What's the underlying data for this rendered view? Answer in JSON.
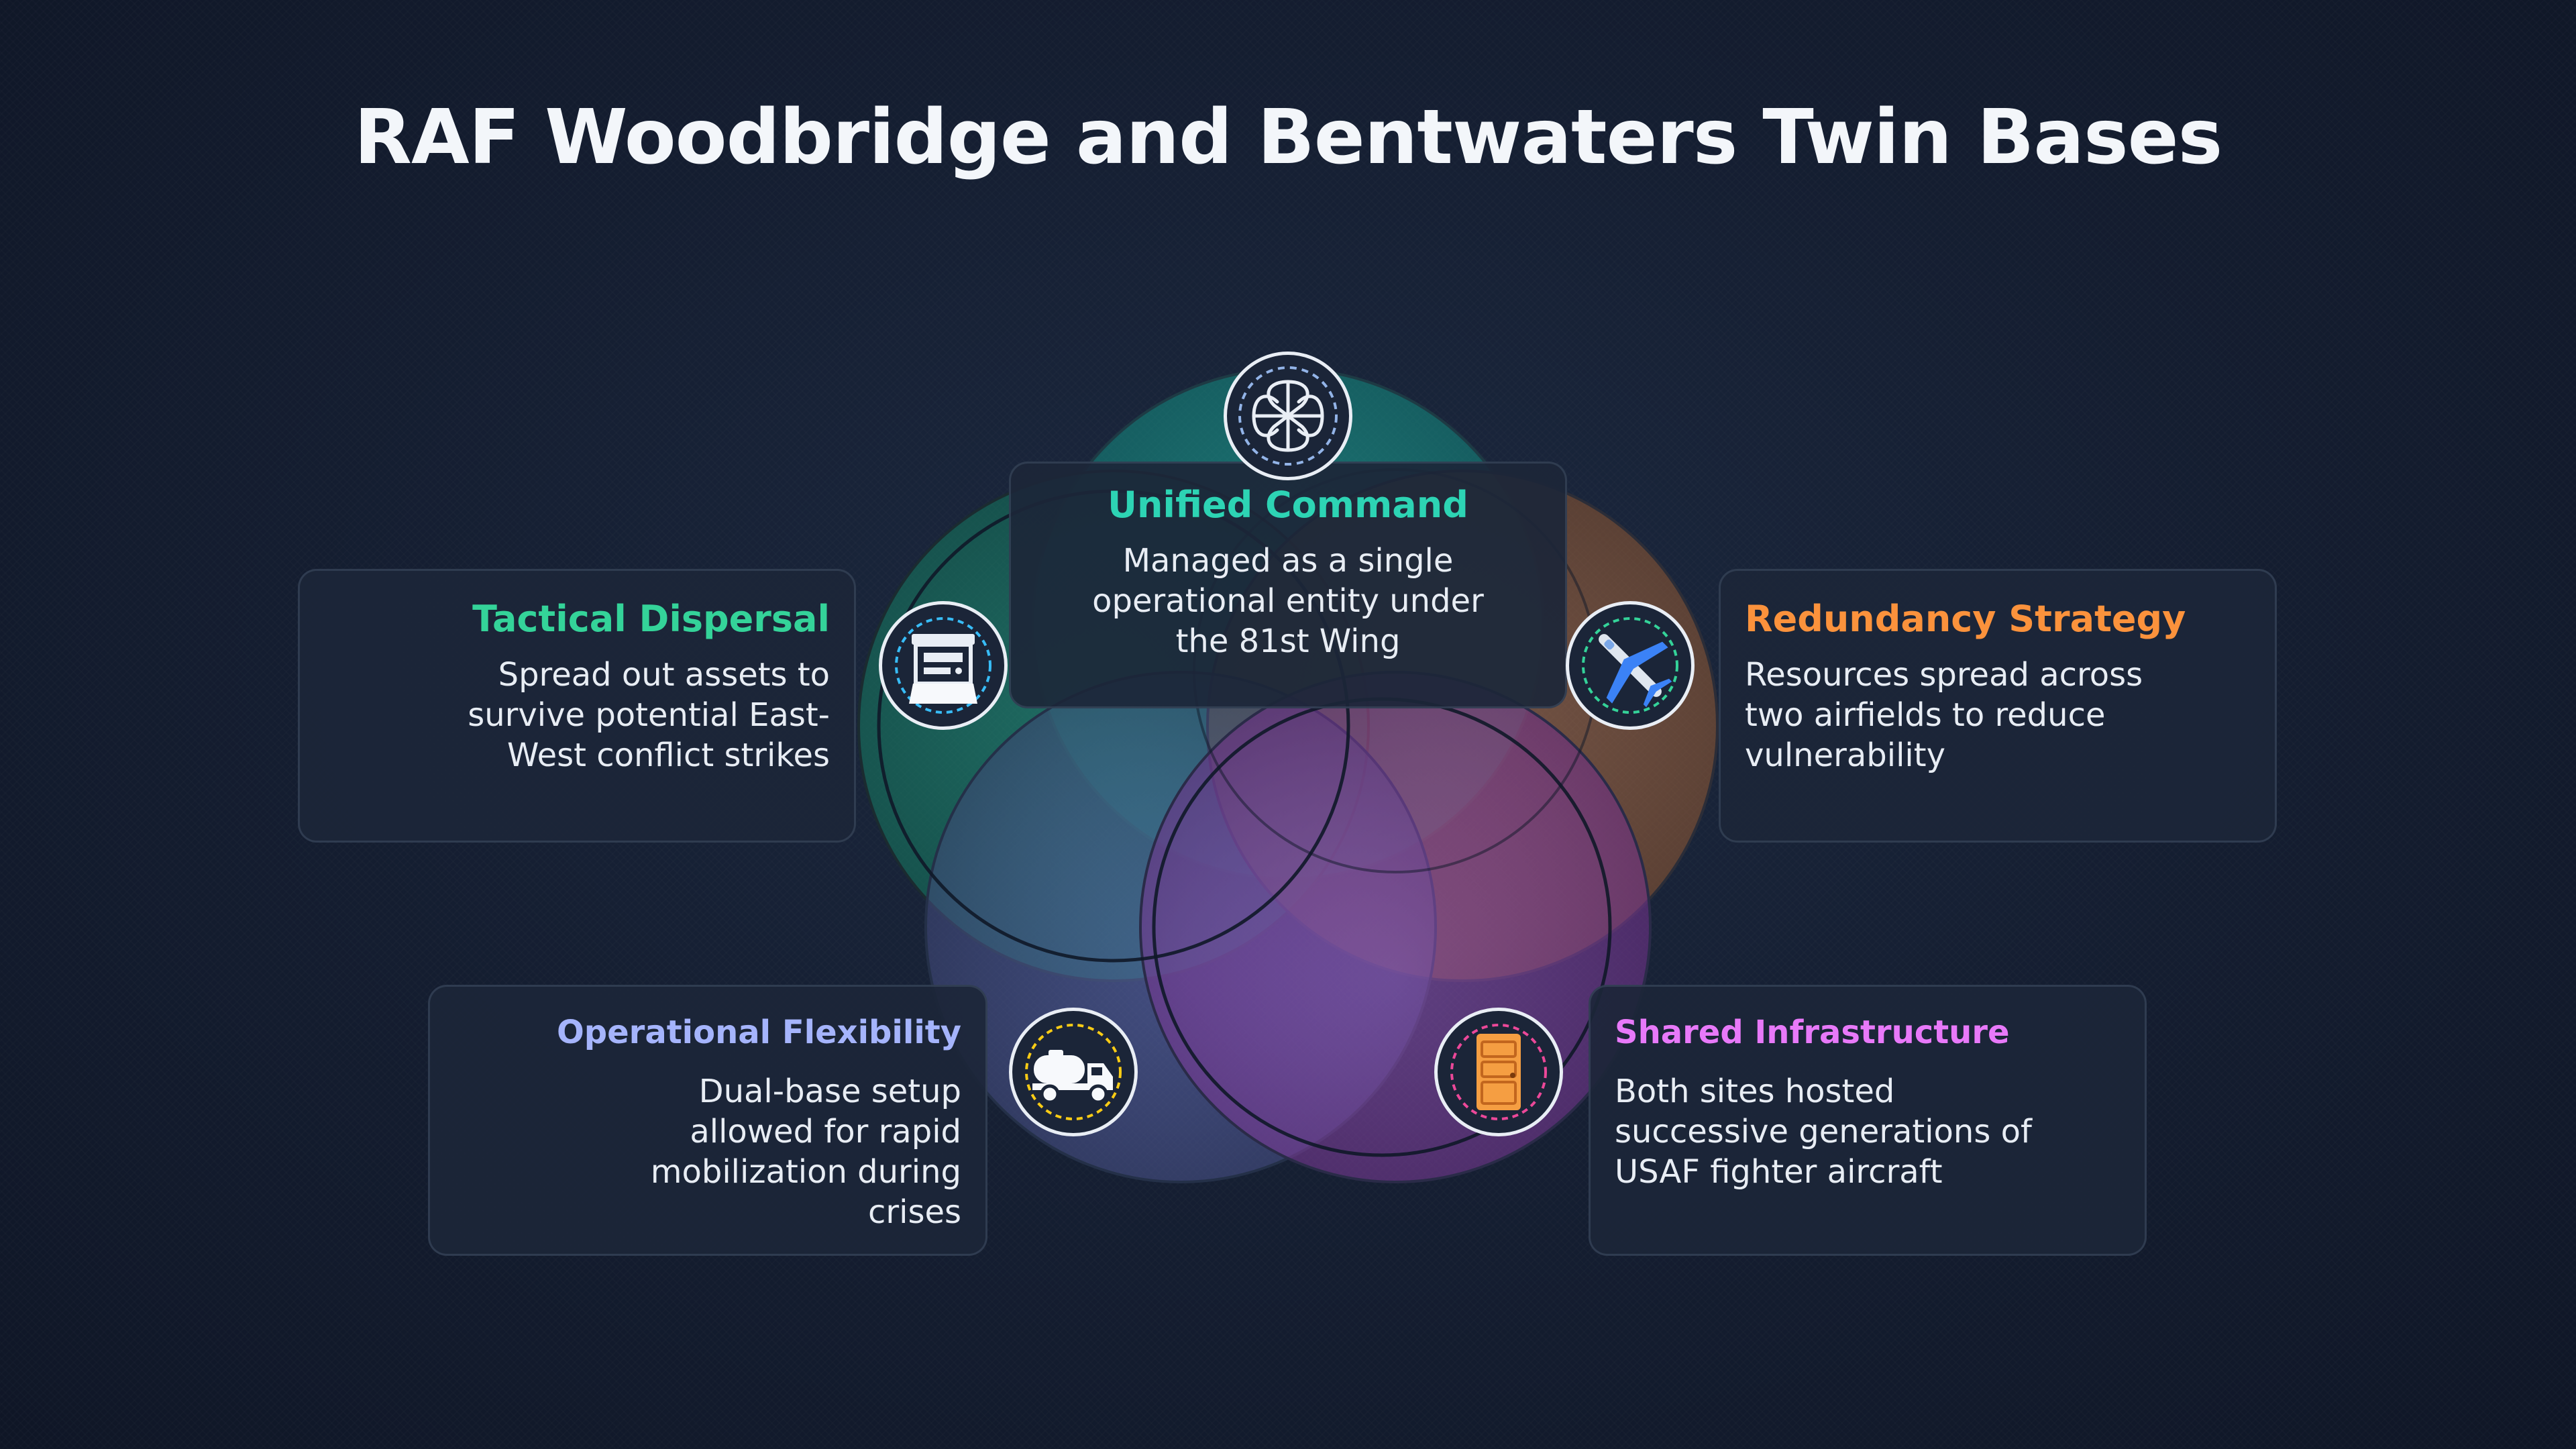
{
  "title": "RAF Woodbridge and Bentwaters Twin Bases",
  "colors": {
    "teal": "#2dd4b4",
    "green": "#34d399",
    "orange": "#fb923c",
    "lavender": "#a5b4fc",
    "pink": "#e879f9",
    "background": "#141d30"
  },
  "cards": {
    "unified": {
      "title": "Unified Command",
      "body": "Managed as a single operational entity under the 81st Wing",
      "icon": "aircraft-formation-icon"
    },
    "tactical": {
      "title": "Tactical Dispersal",
      "body": "Spread out assets to survive potential East-West conflict strikes",
      "icon": "hangar-shelter-icon"
    },
    "redundancy": {
      "title": "Redundancy Strategy",
      "body": "Resources spread across two airfields to reduce vulnerability",
      "icon": "airplane-icon"
    },
    "operational": {
      "title": "Operational Flexibility",
      "body": "Dual-base setup allowed for rapid mobilization during crises",
      "icon": "fuel-truck-icon"
    },
    "shared": {
      "title": "Shared Infrastructure",
      "body": "Both sites hosted successive generations of USAF fighter aircraft",
      "icon": "door-icon"
    }
  }
}
